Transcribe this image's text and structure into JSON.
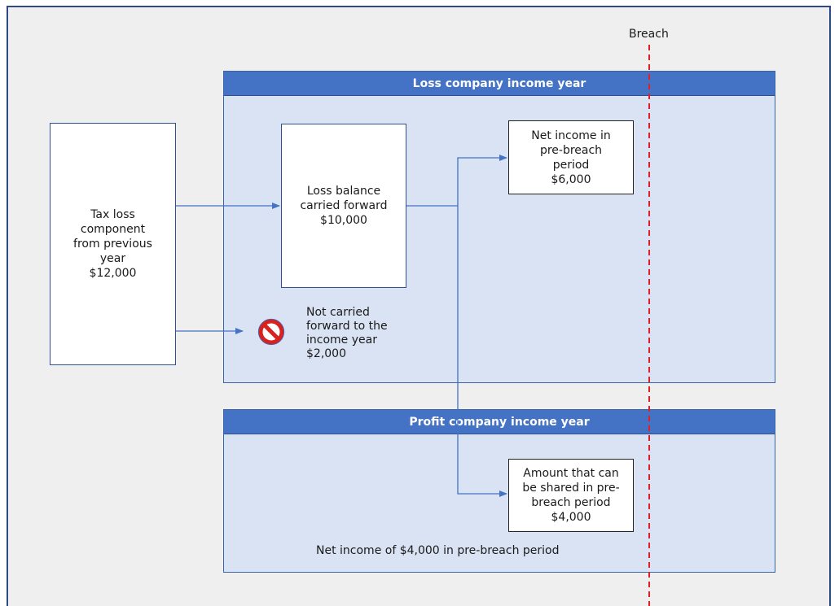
{
  "breach_label": "Breach",
  "loss_panel": {
    "title": "Loss company income year"
  },
  "profit_panel": {
    "title": "Profit company income year",
    "footer_note": "Net income of $4,000 in pre-breach period"
  },
  "tax_loss_box": {
    "lines": [
      "Tax loss",
      "component",
      "from previous",
      "year",
      "$12,000"
    ]
  },
  "loss_balance_box": {
    "lines": [
      "Loss balance",
      "carried forward",
      "$10,000"
    ]
  },
  "net_income_box": {
    "lines": [
      "Net income in",
      "pre-breach",
      "period",
      "$6,000"
    ]
  },
  "not_carried_note": {
    "lines": [
      "Not carried",
      "forward to the",
      "income year",
      "$2,000"
    ]
  },
  "shared_box": {
    "lines": [
      "Amount that can",
      "be shared in pre-",
      "breach period",
      "$4,000"
    ]
  },
  "colors": {
    "frame_border": "#2e4a86",
    "panel_fill": "#dae3f3",
    "panel_header": "#4472c4",
    "connector": "#4472c4",
    "breach_line": "#e31e24",
    "no_symbol": "#d9211d"
  },
  "icons": {
    "not_carried": "no-entry-icon"
  }
}
